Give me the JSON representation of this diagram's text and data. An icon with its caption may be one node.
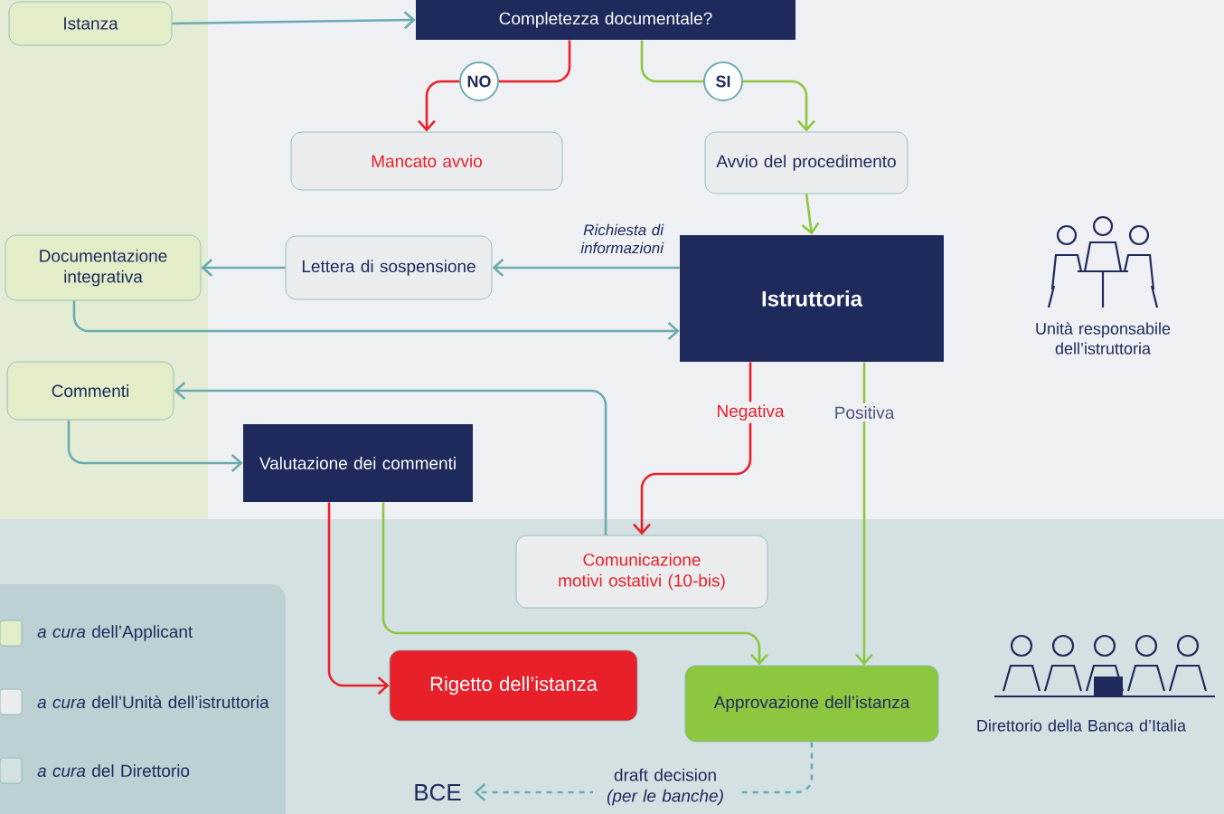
{
  "diagram": {
    "nodes": [
      {
        "text": [
          "Istanza"
        ]
      },
      {
        "text": [
          "Completezza documentale?"
        ]
      },
      {
        "text": [
          "Mancato avvio"
        ]
      },
      {
        "text": [
          "Avvio del procedimento"
        ]
      },
      {
        "text": [
          "Documentazione integrativa"
        ]
      },
      {
        "text": [
          "Lettera di sospensione"
        ]
      },
      {
        "text": [
          "Istruttoria"
        ]
      },
      {
        "text": [
          "Commenti"
        ]
      },
      {
        "text": [
          "Valutazione dei commenti"
        ]
      },
      {
        "text": [
          "Comunicazione motivi ostativi (10-bis)"
        ]
      },
      {
        "text": [
          "Rigetto dell’istanza"
        ]
      },
      {
        "text": [
          "Approvazione dell’istanza"
        ]
      },
      {
        "text": [
          "BCE"
        ]
      }
    ],
    "edges": [
      {
        "from": 0,
        "to": 1,
        "arrow": "to"
      },
      {
        "from": 1,
        "to": 2,
        "arrow": "to",
        "label": "NO",
        "color": "#e8202a"
      },
      {
        "from": 1,
        "to": 3,
        "arrow": "to",
        "label": "SI",
        "color": "#8dc63f"
      },
      {
        "from": 3,
        "to": 6,
        "arrow": "to",
        "color": "#8dc63f"
      },
      {
        "from": 6,
        "to": 5,
        "arrow": "to",
        "label": "Richiesta di informazioni"
      },
      {
        "from": 5,
        "to": 4,
        "arrow": "to"
      },
      {
        "from": 4,
        "to": 6,
        "arrow": "to"
      },
      {
        "from": 9,
        "to": 7,
        "arrow": "to"
      },
      {
        "from": 7,
        "to": 8,
        "arrow": "to"
      },
      {
        "from": 6,
        "to": 9,
        "arrow": "to",
        "label": "Negativa",
        "color": "#e8202a"
      },
      {
        "from": 6,
        "to": 11,
        "arrow": "to",
        "label": "Positiva",
        "color": "#8dc63f"
      },
      {
        "from": 8,
        "to": 10,
        "arrow": "to",
        "color": "#e8202a"
      },
      {
        "from": 8,
        "to": 11,
        "arrow": "to",
        "color": "#8dc63f"
      },
      {
        "from": 11,
        "to": 12,
        "arrow": "to",
        "label": "draft decision *(per le banche)*",
        "style": "dashed"
      }
    ],
    "labels": [
      "Unità responsabile dell’istruttoria",
      "Direttorio della Banca d’Italia"
    ],
    "legend": [
      {
        "text": "*a cura* dell’Applicant",
        "color": "#e3edc8"
      },
      {
        "text": "*a cura* dell’Unità dell’istruttoria",
        "color": "#ebecee"
      },
      {
        "text": "*a cura* del Direttorio",
        "color": "#d3e1e3"
      }
    ]
  }
}
